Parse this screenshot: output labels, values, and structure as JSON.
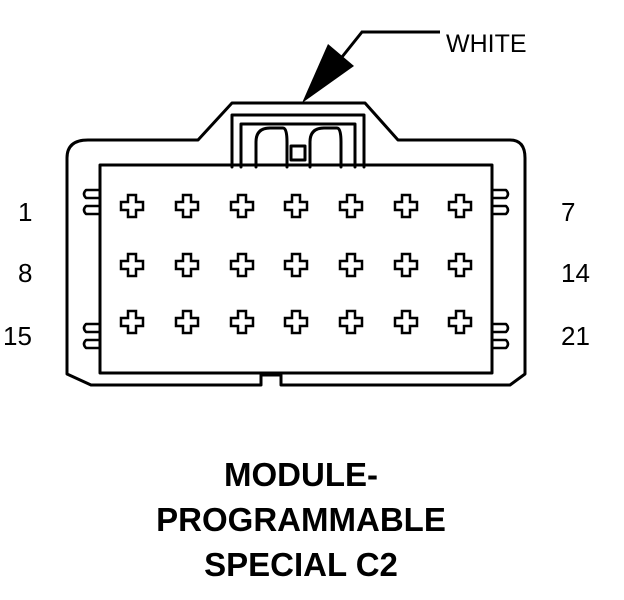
{
  "connector": {
    "color_label": "WHITE",
    "pin_numbers": {
      "row1_left": "1",
      "row1_right": "7",
      "row2_left": "8",
      "row2_right": "14",
      "row3_left": "15",
      "row3_right": "21"
    },
    "cavity_rows": 3,
    "cavity_columns": 7
  },
  "caption": {
    "line1": "MODULE-",
    "line2": "PROGRAMMABLE",
    "line3": "SPECIAL C2"
  }
}
